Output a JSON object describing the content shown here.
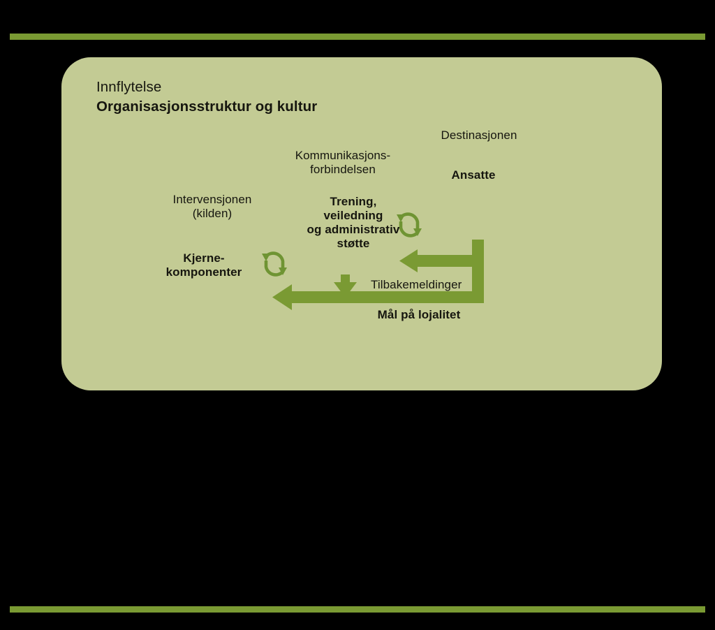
{
  "page": {
    "background_color": "#000000",
    "card_color": "#c3cb94",
    "accent_color": "#7a9a33",
    "text_color": "#16160f"
  },
  "rules": {
    "top_label": "top-divider-rule",
    "bottom_label": "bottom-divider-rule",
    "color": "#7a9a33"
  },
  "diagram": {
    "heading_line1": "Innflytelse",
    "heading_line2": "Organisasjonsstruktur og kultur",
    "labels": {
      "destinasjonen": "Destinasjonen",
      "ansatte": "Ansatte",
      "kommunikasjonsforbindelsen": "Kommunikasjons-\nforbindelsen",
      "intervensjonen": "Intervensjonen\n(kilden)",
      "trening": "Trening,\nveiledning\nog administrativ\nstøtte",
      "kjernekomponenter": "Kjerne-\nkomponenter",
      "tilbakemeldinger": "Tilbakemeldinger",
      "maal_pa_lojalitet": "Mål på lojalitet"
    },
    "icons": {
      "cycle_upper": "cycle-loop-icon",
      "cycle_lower": "cycle-loop-icon"
    },
    "arrows": {
      "feedback_left": "left-arrow",
      "down": "down-arrow",
      "bottom_left": "left-arrow",
      "riser": "vertical-connector"
    }
  }
}
